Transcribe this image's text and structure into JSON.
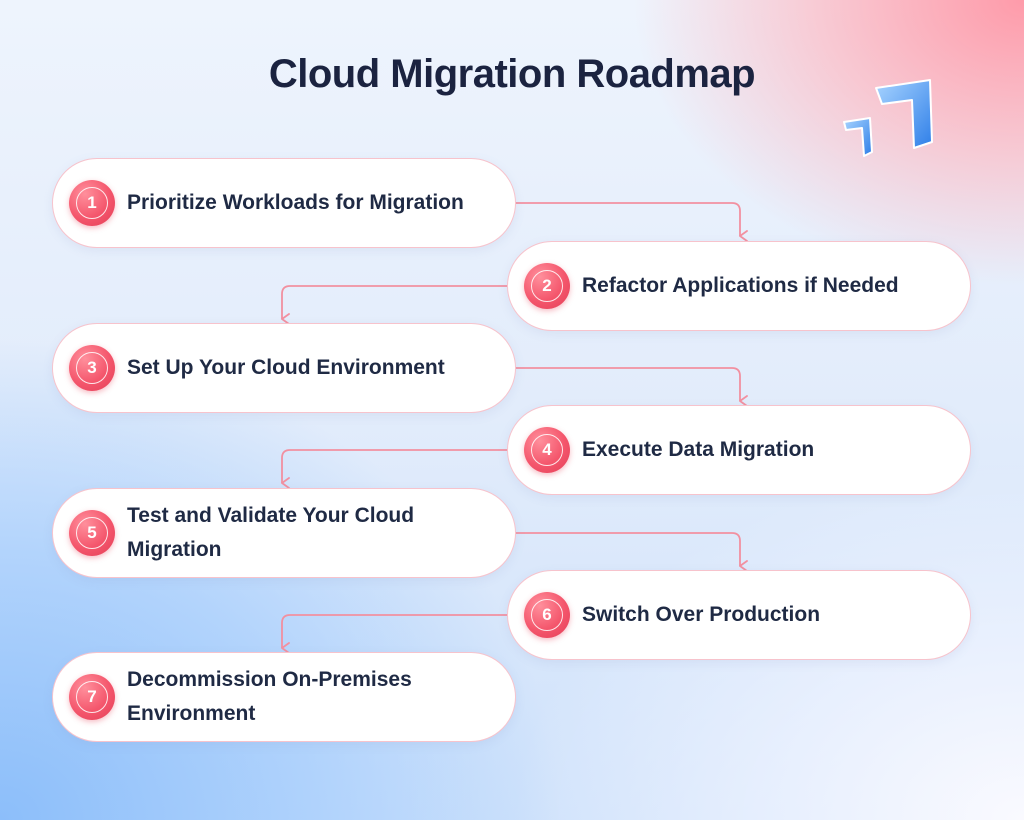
{
  "title": "Cloud Migration Roadmap",
  "logo": {
    "icon": "chevron-arrows-logo-icon",
    "colors": [
      "#3d8ff0",
      "#8cc4ff"
    ]
  },
  "accent_color": "#f4566c",
  "connector_color": "#f290a0",
  "steps": [
    {
      "number": "1",
      "label": "Prioritize Workloads for Migration"
    },
    {
      "number": "2",
      "label": "Refactor Applications if Needed"
    },
    {
      "number": "3",
      "label": "Set Up Your Cloud Environment"
    },
    {
      "number": "4",
      "label": "Execute Data Migration"
    },
    {
      "number": "5",
      "label": "Test and Validate Your Cloud Migration"
    },
    {
      "number": "6",
      "label": "Switch Over Production"
    },
    {
      "number": "7",
      "label": "Decommission On-Premises Environment"
    }
  ]
}
